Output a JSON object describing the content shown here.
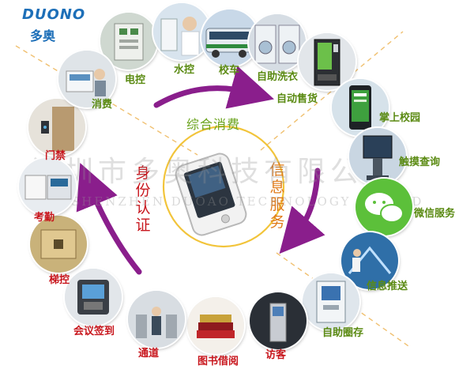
{
  "logo": {
    "mark": "DUONO",
    "name": "多奥"
  },
  "watermark": {
    "cn": "深圳市多奥科技有限公司",
    "en": "SHENZHEN DUOAO TECHNOLOGY CO.,LTD"
  },
  "center": {
    "consume": "综合消费",
    "identity": [
      "身",
      "份",
      "认",
      "证"
    ],
    "info": [
      "信",
      "息",
      "服",
      "务"
    ]
  },
  "nodes": [
    {
      "label": "电控",
      "icon": "electric-control-icon"
    },
    {
      "label": "水控",
      "icon": "water-control-icon"
    },
    {
      "label": "校车",
      "icon": "school-bus-icon"
    },
    {
      "label": "自助洗衣",
      "icon": "washing-machine-icon"
    },
    {
      "label": "自动售货",
      "icon": "vending-machine-icon"
    },
    {
      "label": "掌上校园",
      "icon": "smartphone-icon"
    },
    {
      "label": "触摸查询",
      "icon": "touch-kiosk-icon"
    },
    {
      "label": "微信服务",
      "icon": "wechat-icon"
    },
    {
      "label": "信息推送",
      "icon": "info-push-icon"
    },
    {
      "label": "自助圈存",
      "icon": "self-service-terminal-icon"
    },
    {
      "label": "访客",
      "icon": "visitor-kiosk-icon"
    },
    {
      "label": "图书借阅",
      "icon": "books-icon"
    },
    {
      "label": "通道",
      "icon": "turnstile-icon"
    },
    {
      "label": "会议签到",
      "icon": "sign-in-terminal-icon"
    },
    {
      "label": "梯控",
      "icon": "elevator-control-icon"
    },
    {
      "label": "考勤",
      "icon": "attendance-icon"
    },
    {
      "label": "门禁",
      "icon": "door-access-icon"
    },
    {
      "label": "消费",
      "icon": "consumption-icon"
    }
  ],
  "colors": {
    "green": "#5a8a12",
    "red": "#c8161d",
    "orange": "#e07b1a",
    "arrow": "#8a1e8c",
    "logo": "#1d6fb8"
  }
}
